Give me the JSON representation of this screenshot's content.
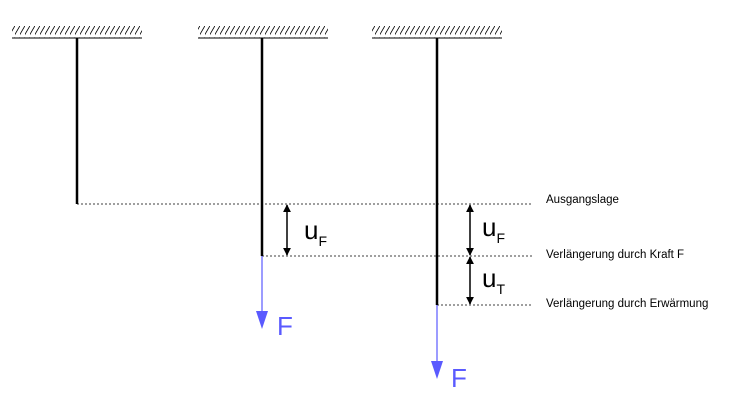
{
  "labels": {
    "initial_position": "Ausgangslage",
    "extension_force": "Verlängerung durch Kraft F",
    "extension_heating": "Verlängerung durch Erwärmung"
  },
  "symbols": {
    "u": "u",
    "sub_force": "F",
    "sub_temperature": "T",
    "force": "F"
  },
  "colors": {
    "line": "#000000",
    "force": "#5a5aff"
  }
}
